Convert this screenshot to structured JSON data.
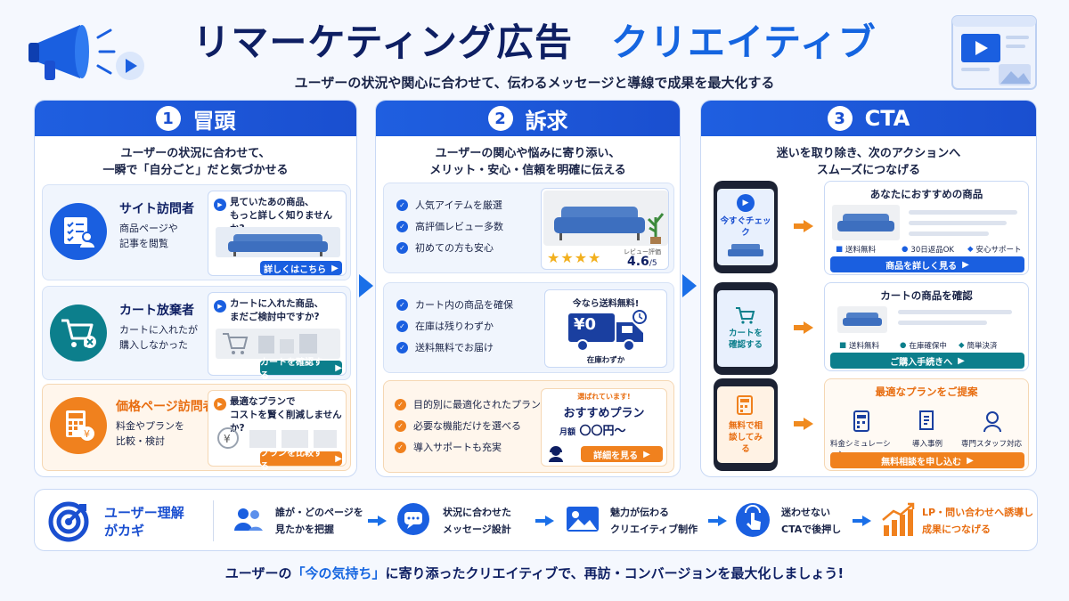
{
  "header": {
    "title_main": "リマーケティング広告",
    "title_accent": "クリエイティブ",
    "subtitle": "ユーザーの状況や関心に合わせて、伝わるメッセージと導線で成果を最大化する"
  },
  "columns": [
    {
      "num": "1",
      "title": "冒頭",
      "lead_1": "ユーザーの状況に合わせて、",
      "lead_2": "一瞬で「自分ごと」だと気づかせる",
      "segments": [
        {
          "name": "サイト訪問者",
          "desc_1": "商品ページや",
          "desc_2": "記事を閲覧",
          "bubble_1": "見ていたあの商品、",
          "bubble_2": "もっと詳しく知りませんか?",
          "button": "詳しくはこちら"
        },
        {
          "name": "カート放棄者",
          "desc_1": "カートに入れたが",
          "desc_2": "購入しなかった",
          "bubble_1": "カートに入れた商品、",
          "bubble_2": "まだご検討中ですか?",
          "button": "カートを確認する"
        },
        {
          "name": "価格ページ訪問者",
          "desc_1": "料金やプランを",
          "desc_2": "比較・検討",
          "bubble_1": "最適なプランで",
          "bubble_2": "コストを賢く削減しませんか?",
          "button": "プランを比較する"
        }
      ]
    },
    {
      "num": "2",
      "title": "訴求",
      "lead_1": "ユーザーの関心や悩みに寄り添い、",
      "lead_2": "メリット・安心・信頼を明確に伝える",
      "group1": {
        "items": [
          "人気アイテムを厳選",
          "高評価レビュー多数",
          "初めての方も安心"
        ],
        "review_label": "レビュー評価",
        "rating": "4.6",
        "rating_max": "/5"
      },
      "group2": {
        "items": [
          "カート内の商品を確保",
          "在庫は残りわずか",
          "送料無料でお届け"
        ],
        "promo": "今なら送料無料!",
        "price": "¥0",
        "stock": "在庫わずか"
      },
      "group3": {
        "items": [
          "目的別に最適化されたプラン",
          "必要な機能だけを選べる",
          "導入サポートも充実"
        ],
        "badge": "選ばれています!",
        "plan_title": "おすすめプラン",
        "price_label": "月額",
        "price_value": "〇〇円〜",
        "button": "詳細を見る"
      }
    },
    {
      "num": "3",
      "title": "CTA",
      "lead_1": "迷いを取り除き、次のアクションへ",
      "lead_2": "スムーズにつなげる",
      "rows": [
        {
          "phone": "今すぐチェック",
          "card_title": "あなたにおすすめの商品",
          "features": [
            "送料無料",
            "30日返品OK",
            "安心サポート"
          ],
          "button": "商品を詳しく見る"
        },
        {
          "phone": "カートを確認する",
          "card_title": "カートの商品を確認",
          "features": [
            "送料無料",
            "在庫確保中",
            "簡単決済"
          ],
          "button": "ご購入手続きへ"
        },
        {
          "phone": "無料で相談してみる",
          "card_title": "最適なプランをご提案",
          "features": [
            "料金シミュレーション",
            "導入事例",
            "専門スタッフ対応"
          ],
          "button": "無料相談を申し込む"
        }
      ]
    }
  ],
  "bottom": {
    "key_1": "ユーザー理解",
    "key_2": "がカギ",
    "steps": [
      {
        "l1": "誰が・どのページを",
        "l2": "見たかを把握"
      },
      {
        "l1": "状況に合わせた",
        "l2": "メッセージ設計"
      },
      {
        "l1": "魅力が伝わる",
        "l2": "クリエイティブ制作"
      },
      {
        "l1": "迷わせない",
        "l2": "CTAで後押し"
      },
      {
        "l1": "LP・問い合わせへ誘導し",
        "l2": "成果につなげる"
      }
    ]
  },
  "footer": {
    "pre": "ユーザーの",
    "highlight": "「今の気持ち」",
    "post": "に寄り添ったクリエイティブで、再訪・コンバージョンを最大化しましょう!"
  },
  "colors": {
    "primary": "#1a5fe0",
    "navy": "#0e1f63",
    "teal": "#0c7f8c",
    "orange": "#f0811e"
  },
  "icons": [
    "megaphone-icon",
    "browser-video-icon",
    "checklist-user-icon",
    "cart-icon",
    "calculator-icon",
    "truck-icon",
    "target-icon",
    "users-icon",
    "chat-icon",
    "image-icon",
    "tap-icon",
    "growth-chart-icon"
  ]
}
